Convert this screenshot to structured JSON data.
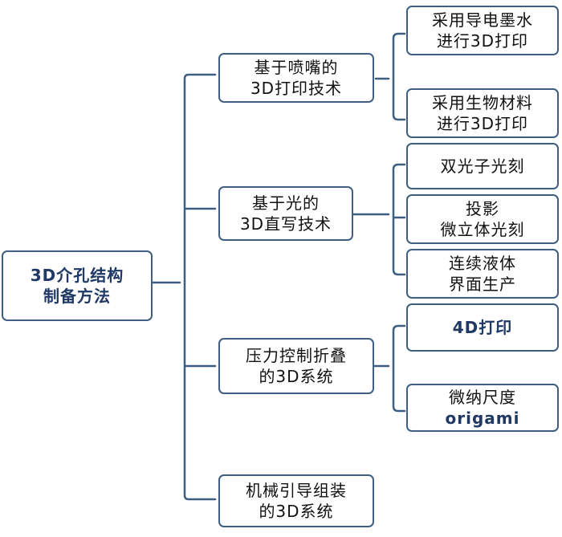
{
  "root": {
    "lines": [
      "3D介孔结构",
      "制备方法"
    ]
  },
  "branches": [
    {
      "lines": [
        "基于喷嘴的",
        "3D打印技术"
      ],
      "children": [
        {
          "lines": [
            "采用导电墨水",
            "进行3D打印"
          ]
        },
        {
          "lines": [
            "采用生物材料",
            "进行3D打印"
          ]
        }
      ]
    },
    {
      "lines": [
        "基于光的",
        "3D直写技术"
      ],
      "children": [
        {
          "lines": [
            "双光子光刻"
          ]
        },
        {
          "lines": [
            "投影",
            "微立体光刻"
          ]
        },
        {
          "lines": [
            "连续液体",
            "界面生产"
          ]
        }
      ]
    },
    {
      "lines": [
        "压力控制折叠",
        "的3D系统"
      ],
      "children": [
        {
          "lines": [
            "4D打印"
          ]
        },
        {
          "lines": [
            "微纳尺度",
            "origami"
          ]
        }
      ]
    },
    {
      "lines": [
        "机械引导组装",
        "的3D系统"
      ],
      "children": []
    }
  ],
  "colors": {
    "border": "#3f5f82",
    "bold_text": "#1f3864"
  }
}
